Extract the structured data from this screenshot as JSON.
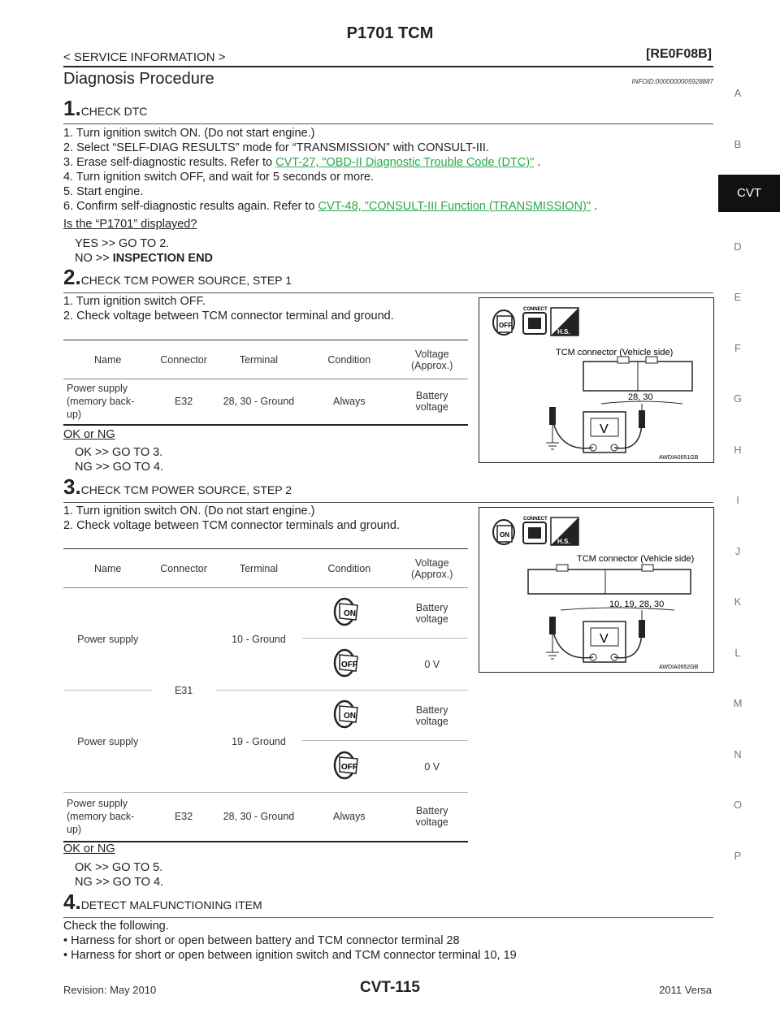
{
  "header": {
    "page_title": "P1701 TCM",
    "left": "< SERVICE INFORMATION >",
    "right": "[RE0F08B]"
  },
  "section": {
    "title": "Diagnosis Procedure",
    "infoid": "INFOID:0000000005928887"
  },
  "step1": {
    "num": "1.",
    "title": "CHECK DTC",
    "items": [
      "1.  Turn ignition switch ON. (Do not start engine.)",
      "2.  Select “SELF-DIAG RESULTS” mode for “TRANSMISSION” with CONSULT-III."
    ],
    "item3_pre": "3.  Erase self-diagnostic results. Refer to ",
    "item3_link": "CVT-27, \"OBD-II Diagnostic Trouble Code (DTC)\"",
    "item3_post": " .",
    "item4": "4.  Turn ignition switch OFF, and wait for 5 seconds or more.",
    "item5": "5.  Start engine.",
    "item6_pre": "6.  Confirm self-diagnostic results again. Refer to ",
    "item6_link": "CVT-48, \"CONSULT-III Function (TRANSMISSION)\"",
    "item6_post": " .",
    "question": "Is the “P1701” displayed?",
    "yes": "YES     >> GO TO 2.",
    "no_pre": "NO       >> ",
    "no_bold": "INSPECTION END"
  },
  "step2": {
    "num": "2.",
    "title": "CHECK TCM POWER SOURCE, STEP 1",
    "items": [
      "1.  Turn ignition switch OFF.",
      "2.  Check voltage between TCM connector terminal and ground."
    ],
    "table": {
      "headers": [
        "Name",
        "Connector",
        "Terminal",
        "Condition",
        "Voltage\n(Approx.)"
      ],
      "row": [
        "Power supply\n(memory back-\nup)",
        "E32",
        "28, 30 - Ground",
        "Always",
        "Battery\nvoltage"
      ]
    },
    "okng": "OK or NG",
    "ok": "OK       >> GO TO 3.",
    "ng": "NG       >> GO TO 4.",
    "diagram": {
      "switch_label": "OFF",
      "connect": "CONNECT",
      "hs": "H.S.",
      "connector_label": "TCM connector  (Vehicle side)",
      "terminals": "28, 30",
      "meter": "V",
      "code": "AWDIA0651GB"
    }
  },
  "step3": {
    "num": "3.",
    "title": "CHECK TCM POWER SOURCE, STEP 2",
    "items": [
      "1.  Turn ignition switch ON. (Do not start engine.)",
      "2.  Check voltage between TCM connector terminals and ground."
    ],
    "table": {
      "headers": [
        "Name",
        "Connector",
        "Terminal",
        "Condition",
        "Voltage\n(Approx.)"
      ],
      "ps": "Power supply",
      "e31": "E31",
      "t10": "10 - Ground",
      "t19": "19 - Ground",
      "on": "ON",
      "off": "OFF",
      "battery": "Battery\nvoltage",
      "zero": "0 V",
      "mem_name": "Power supply\n(memory back-\nup)",
      "mem_conn": "E32",
      "mem_term": "28, 30 - Ground",
      "mem_cond": "Always",
      "mem_volt": "Battery\nvoltage"
    },
    "okng": "OK or NG",
    "ok": "OK       >> GO TO 5.",
    "ng": "NG       >> GO TO 4.",
    "diagram": {
      "switch_label": "ON",
      "connect": "CONNECT",
      "hs": "H.S.",
      "connector_label": "TCM connector  (Vehicle side)",
      "terminals": "10, 19, 28, 30",
      "meter": "V",
      "code": "AWDIA0652GB"
    }
  },
  "step4": {
    "num": "4.",
    "title": "DETECT MALFUNCTIONING ITEM",
    "intro": "Check the following.",
    "bullets": [
      "•  Harness for short or open between battery and TCM connector terminal 28",
      "•  Harness for short or open between ignition switch and TCM connector terminal 10, 19"
    ]
  },
  "index": [
    "A",
    "B",
    "CVT",
    "D",
    "E",
    "F",
    "G",
    "H",
    "I",
    "J",
    "K",
    "L",
    "M",
    "N",
    "O",
    "P"
  ],
  "footer": {
    "left": "Revision: May 2010",
    "center": "CVT-115",
    "right": "2011 Versa"
  }
}
